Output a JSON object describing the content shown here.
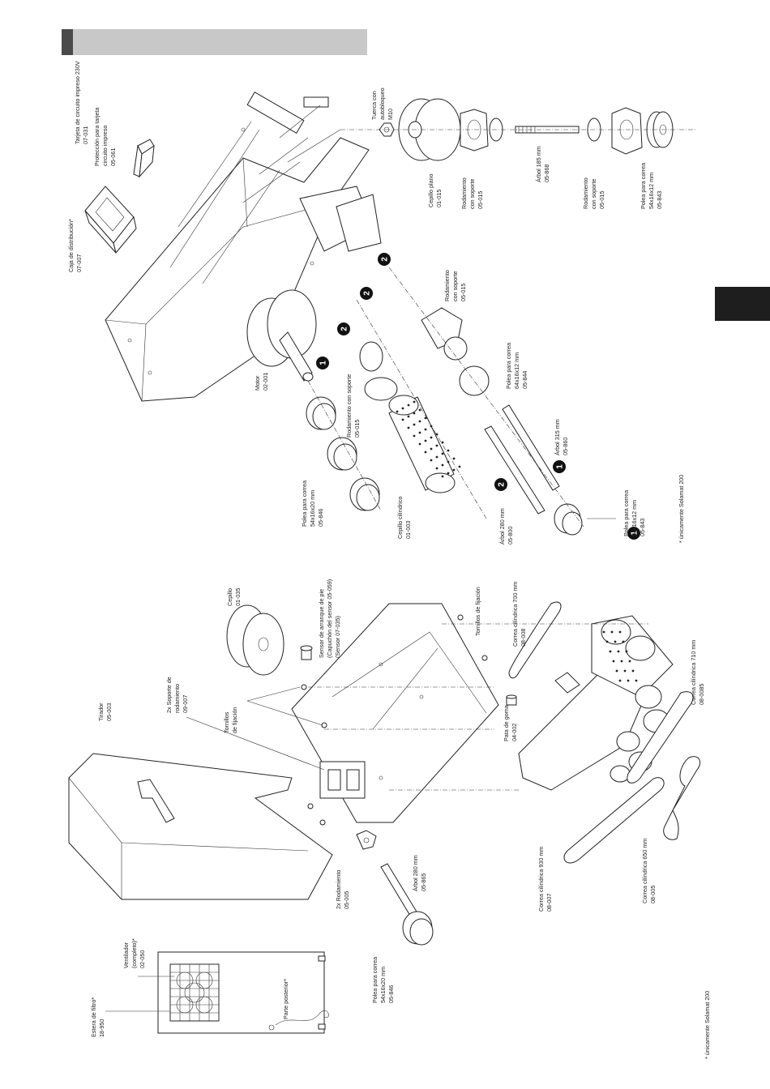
{
  "labels": {
    "tarjeta_circuito": [
      "Tarjeta de circuito impreso 230V",
      "07-031"
    ],
    "proteccion_tarjeta": [
      "Protección para tarjeta",
      "circuito impreso",
      "05-061"
    ],
    "caja_distribucion": [
      "Caja de distribución*",
      "07-007"
    ],
    "tuerca": [
      "Tuerca con",
      "autobloqueo",
      "M10"
    ],
    "cepillo_plano": [
      "Cepillo plano",
      "01-015"
    ],
    "rodamiento_top1": [
      "Rodamiento",
      "con soporte",
      "05-015"
    ],
    "arbol_185": [
      "Árbol 185 mm",
      "05-868"
    ],
    "rodamiento_top2": [
      "Rodamiento",
      "con soporte",
      "05-015"
    ],
    "polea_843_top": [
      "Polea para correa",
      "54x16x12 mm",
      "05-843"
    ],
    "motor": [
      "Motor",
      "02-001"
    ],
    "rodamiento_mid": [
      "Rodamiento con soporte",
      "05-015"
    ],
    "rodamiento_right": [
      "Rodamiento",
      "con soporte",
      "05-015"
    ],
    "polea_844": [
      "Polea para correa",
      "64x16x12 mm",
      "05-844"
    ],
    "polea_846_top": [
      "Polea para correa",
      "54x16x20 mm",
      "05-846"
    ],
    "cepillo_cilindrico": [
      "Cepillo cilíndrico",
      "01-003"
    ],
    "arbol_280_top": [
      "Árbol 280 mm",
      "05-800"
    ],
    "arbol_315": [
      "Árbol 315 mm",
      "05-860"
    ],
    "polea_843_bottom": [
      "Polea para correa",
      "54x16x12 mm",
      "05-843"
    ],
    "solamat_note_right": "* únicamente Solamat 200",
    "cepillo": [
      "Cepillo",
      "01-035"
    ],
    "sensor": [
      "Sensor de arranque de pie",
      "(Capuchón del sensor 05-059)",
      "(Sensor 07-035)"
    ],
    "tornillos_top": "Tornillos de fijación",
    "correa_700": [
      "Correa cilíndrica 700 mm",
      "08-008"
    ],
    "tirador": [
      "Tirador",
      "05-003"
    ],
    "soporte_rodamiento": [
      "2x Soporte de",
      "rodamiento",
      "09-007"
    ],
    "tornillos_mid": [
      "Tornillos",
      "de fijación"
    ],
    "correa_710": [
      "Correa cilíndrica 710 mm",
      "08-0085"
    ],
    "pata_goma": [
      "Pata de goma",
      "04-002"
    ],
    "estera": [
      "Estera de filtro*",
      "18-950"
    ],
    "ventilador": [
      "Ventilador",
      "(completo)*",
      "02-050"
    ],
    "parte_posterior": "Parte posterior*",
    "rodamiento_bottom": [
      "2x Rodamiento",
      "05-005"
    ],
    "arbol_280_bottom": [
      "Árbol 280 mm",
      "05-865"
    ],
    "polea_846_bottom": [
      "Polea para correa",
      "54x16x20 mm",
      "05-846"
    ],
    "correa_930": [
      "Correa cilíndrica 930 mm",
      "08-007"
    ],
    "correa_650": [
      "Correa cilíndrica 650 mm",
      "08-005"
    ],
    "solamat_note_left": "* únicamente Solamat 200"
  },
  "callouts": [
    "1",
    "2",
    "2",
    "2",
    "2",
    "1",
    "1"
  ],
  "colors": {
    "header_bar": "#c8c8c8",
    "header_accent": "#4a4a4a",
    "side_tab": "#1e1e1e"
  }
}
